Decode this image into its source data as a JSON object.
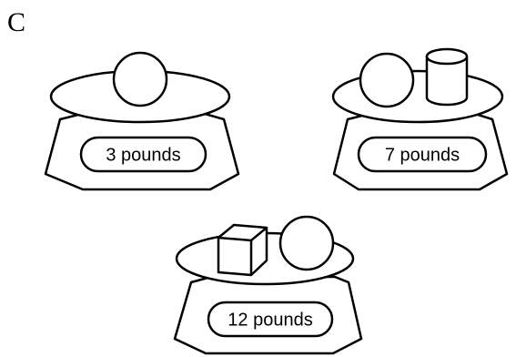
{
  "figure_label": "C",
  "scales": [
    {
      "id": "scale-1",
      "items": [
        "sphere"
      ],
      "weight_label": "3 pounds"
    },
    {
      "id": "scale-2",
      "items": [
        "sphere",
        "cylinder"
      ],
      "weight_label": "7 pounds"
    },
    {
      "id": "scale-3",
      "items": [
        "cube",
        "sphere"
      ],
      "weight_label": "12 pounds"
    }
  ]
}
